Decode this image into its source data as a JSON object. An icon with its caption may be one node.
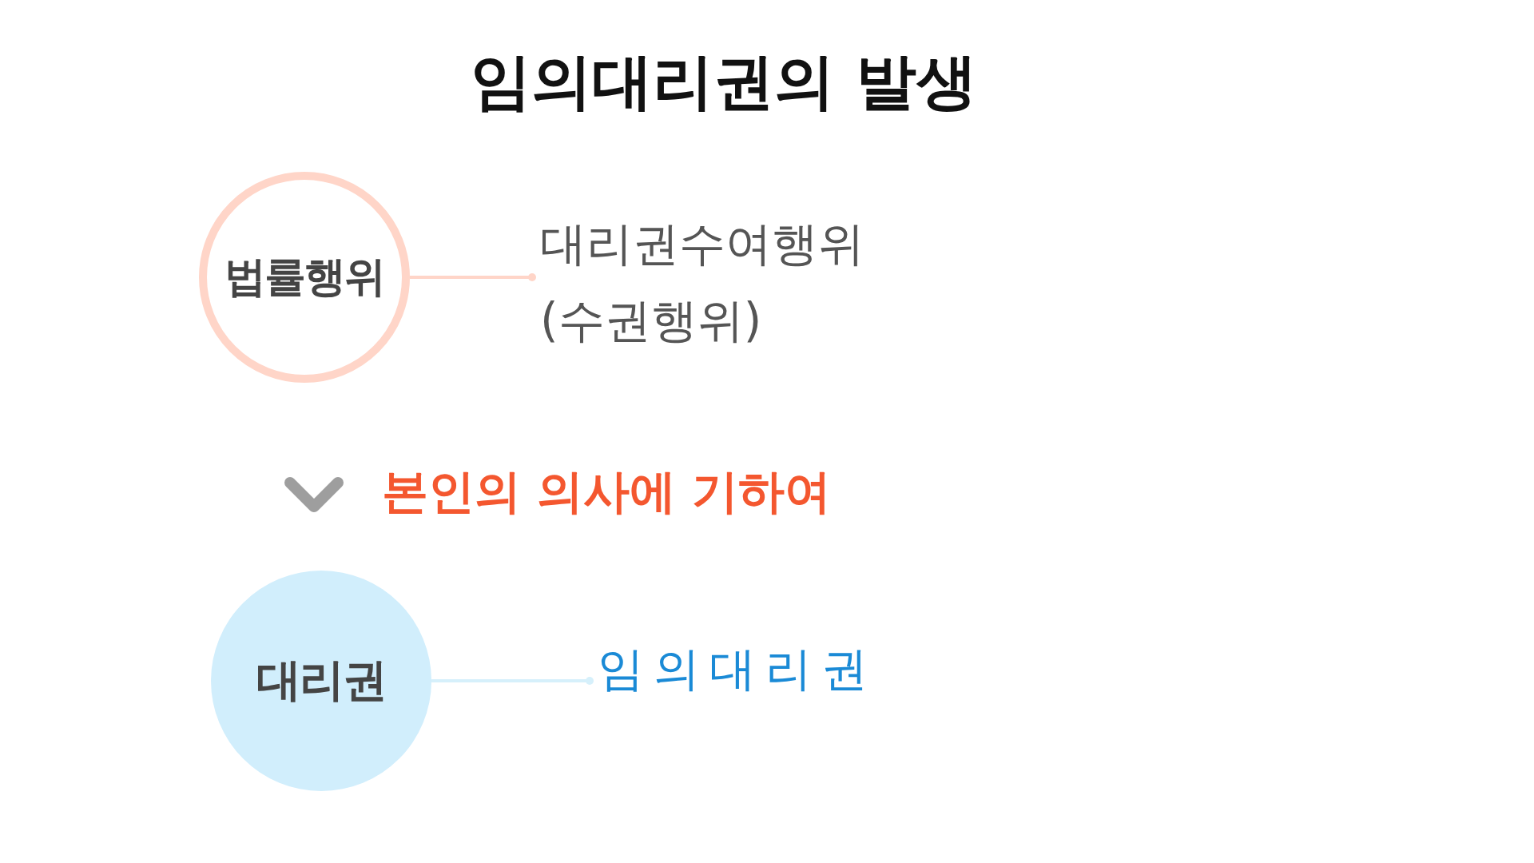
{
  "diagram": {
    "title": "임의대리권의 발생",
    "nodes": [
      {
        "text": [
          "법률행위"
        ]
      },
      {
        "text": [
          "대리권수여행위 (수권행위)"
        ]
      },
      {
        "text": [
          "대리권"
        ]
      },
      {
        "text": [
          "임의대리권"
        ]
      }
    ],
    "edges": [
      {
        "from": 0,
        "to": 1,
        "arrow": "other",
        "color": "#ffd5c8"
      },
      {
        "from": 0,
        "to": 2,
        "arrow": "to",
        "label": "본인의 의사에 기하여",
        "style": "thick",
        "color": "#9e9e9e"
      },
      {
        "from": 2,
        "to": 3,
        "arrow": "other",
        "color": "#d6f0fb"
      }
    ]
  }
}
